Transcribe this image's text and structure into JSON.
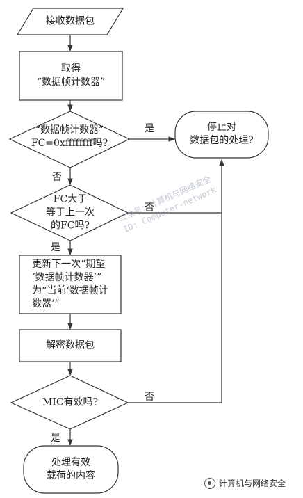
{
  "nodes": {
    "receive_packet": "接收数据包",
    "get_counter": [
      "取得",
      "“数据帧计数器”"
    ],
    "check_fc_max": [
      "“数据帧计数器”",
      "FC=0xffffffff吗?"
    ],
    "stop_processing": [
      "停止对",
      "数据包的处理?"
    ],
    "check_fc_greater": [
      "FC大于",
      "等于上一次",
      "的FC吗?"
    ],
    "update_counter": [
      "更新下一次“期望",
      "‘数据帧计数器’”",
      "为“当前‘数据帧计",
      "数器’”"
    ],
    "decrypt_packet": "解密数据包",
    "check_mic": "MIC有效吗?",
    "process_payload": [
      "处理有效",
      "载荷的内容"
    ]
  },
  "edge_labels": {
    "fc_max_yes": "是",
    "fc_max_no": "否",
    "fc_greater_no": "否",
    "fc_greater_yes": "是",
    "mic_no": "否",
    "mic_yes": "是"
  },
  "watermark": [
    "公众号：计算机与网络安全",
    "ID: Computer-network"
  ],
  "logo_text": "计算机与网络安全"
}
